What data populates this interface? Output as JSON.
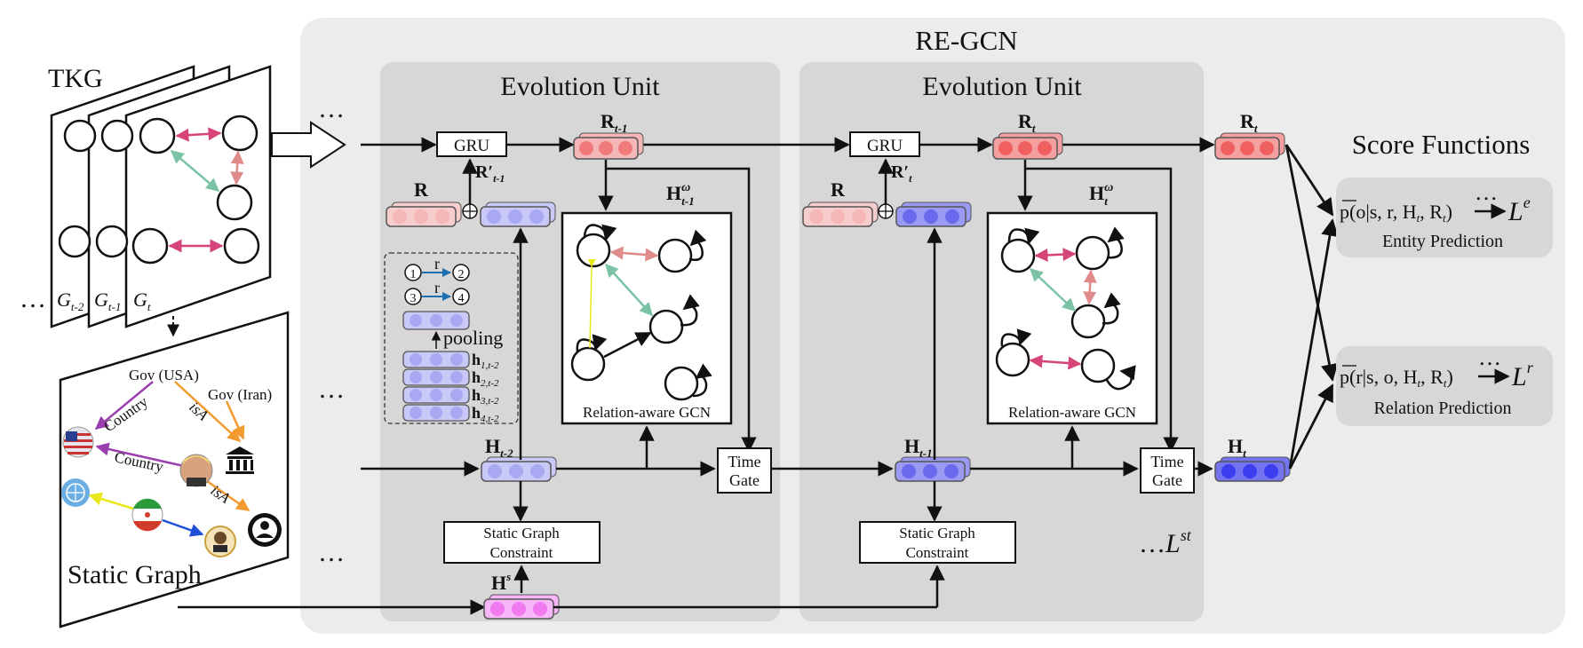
{
  "title": "RE-GCN",
  "tkg_label": "TKG",
  "static_graph_label": "Static Graph",
  "unit_title": "Evolution Unit",
  "ellipsis": "…",
  "graph_labels": {
    "g_t2_main": "G",
    "g_t2_sub": "t-2",
    "g_t1_main": "G",
    "g_t1_sub": "t-1",
    "g_t_main": "G",
    "g_t_sub": "t"
  },
  "static_graph": {
    "gov_usa": "Gov (USA)",
    "gov_iran": "Gov (Iran)",
    "country": "Country",
    "isa": "isA"
  },
  "unit1": {
    "gru": "GRU",
    "r_in": "R",
    "r_prime": "R′",
    "r_prime_sub": "t-1",
    "r_out": "R",
    "r_out_sub": "t-1",
    "h_omega": "H",
    "h_omega_sup": "ω",
    "h_omega_sub": "t-1",
    "gcn": "Relation-aware GCN",
    "h_in": "H",
    "h_in_sub": "t-2",
    "time_gate_1": "Time",
    "time_gate_2": "Gate",
    "static_1": "Static Graph",
    "static_2": "Constraint",
    "hs": "H",
    "hs_sup": "s",
    "pooling": "pooling",
    "pool_r": "r",
    "pool_n1": "1",
    "pool_n2": "2",
    "pool_n3": "3",
    "pool_n4": "4",
    "h_rows": [
      {
        "main": "h",
        "sub": "1,t-2"
      },
      {
        "main": "h",
        "sub": "2,t-2"
      },
      {
        "main": "h",
        "sub": "3,t-2"
      },
      {
        "main": "h",
        "sub": "4,t-2"
      }
    ]
  },
  "unit2": {
    "gru": "GRU",
    "r_in": "R",
    "r_prime": "R′",
    "r_prime_sub": "t",
    "r_out": "R",
    "r_out_sub": "t",
    "h_omega": "H",
    "h_omega_sup": "ω",
    "h_omega_sub": "t",
    "gcn": "Relation-aware GCN",
    "h_in": "H",
    "h_in_sub": "t-1",
    "time_gate_1": "Time",
    "time_gate_2": "Gate",
    "static_1": "Static Graph",
    "static_2": "Constraint",
    "lst": "L",
    "lst_sup": "st"
  },
  "outputs": {
    "r_t": "R",
    "r_t_sub": "t",
    "h_t": "H",
    "h_t_sub": "t"
  },
  "score": {
    "title": "Score Functions",
    "entity_formula": "p(o|s, r, H",
    "entity_formula_2": ", R",
    "entity_formula_3": ")",
    "entity_loss": "L",
    "entity_loss_sup": "e",
    "entity_label": "Entity Prediction",
    "relation_formula": "p(r|s, o, H",
    "relation_formula_2": ", R",
    "relation_formula_3": ")",
    "relation_loss": "L",
    "relation_loss_sup": "r",
    "relation_label": "Relation Prediction",
    "sub_t": "t"
  },
  "colors": {
    "bg_panel": "#ececec",
    "unit_panel": "#d7d7d7",
    "rel_light": "#f4b6b6",
    "rel_dark": "#f07a7a",
    "ent_light": "#c9c9f7",
    "ent_mid": "#8a8af0",
    "ent_dark": "#3b3bf0",
    "static_emb": "#f07af0",
    "edge_pink": "#d6457a",
    "edge_green": "#7cc3a6",
    "edge_purple": "#9b3fb0",
    "edge_orange": "#f29a2e",
    "edge_yellow": "#e8e81a",
    "edge_blue": "#1e4fd6"
  }
}
